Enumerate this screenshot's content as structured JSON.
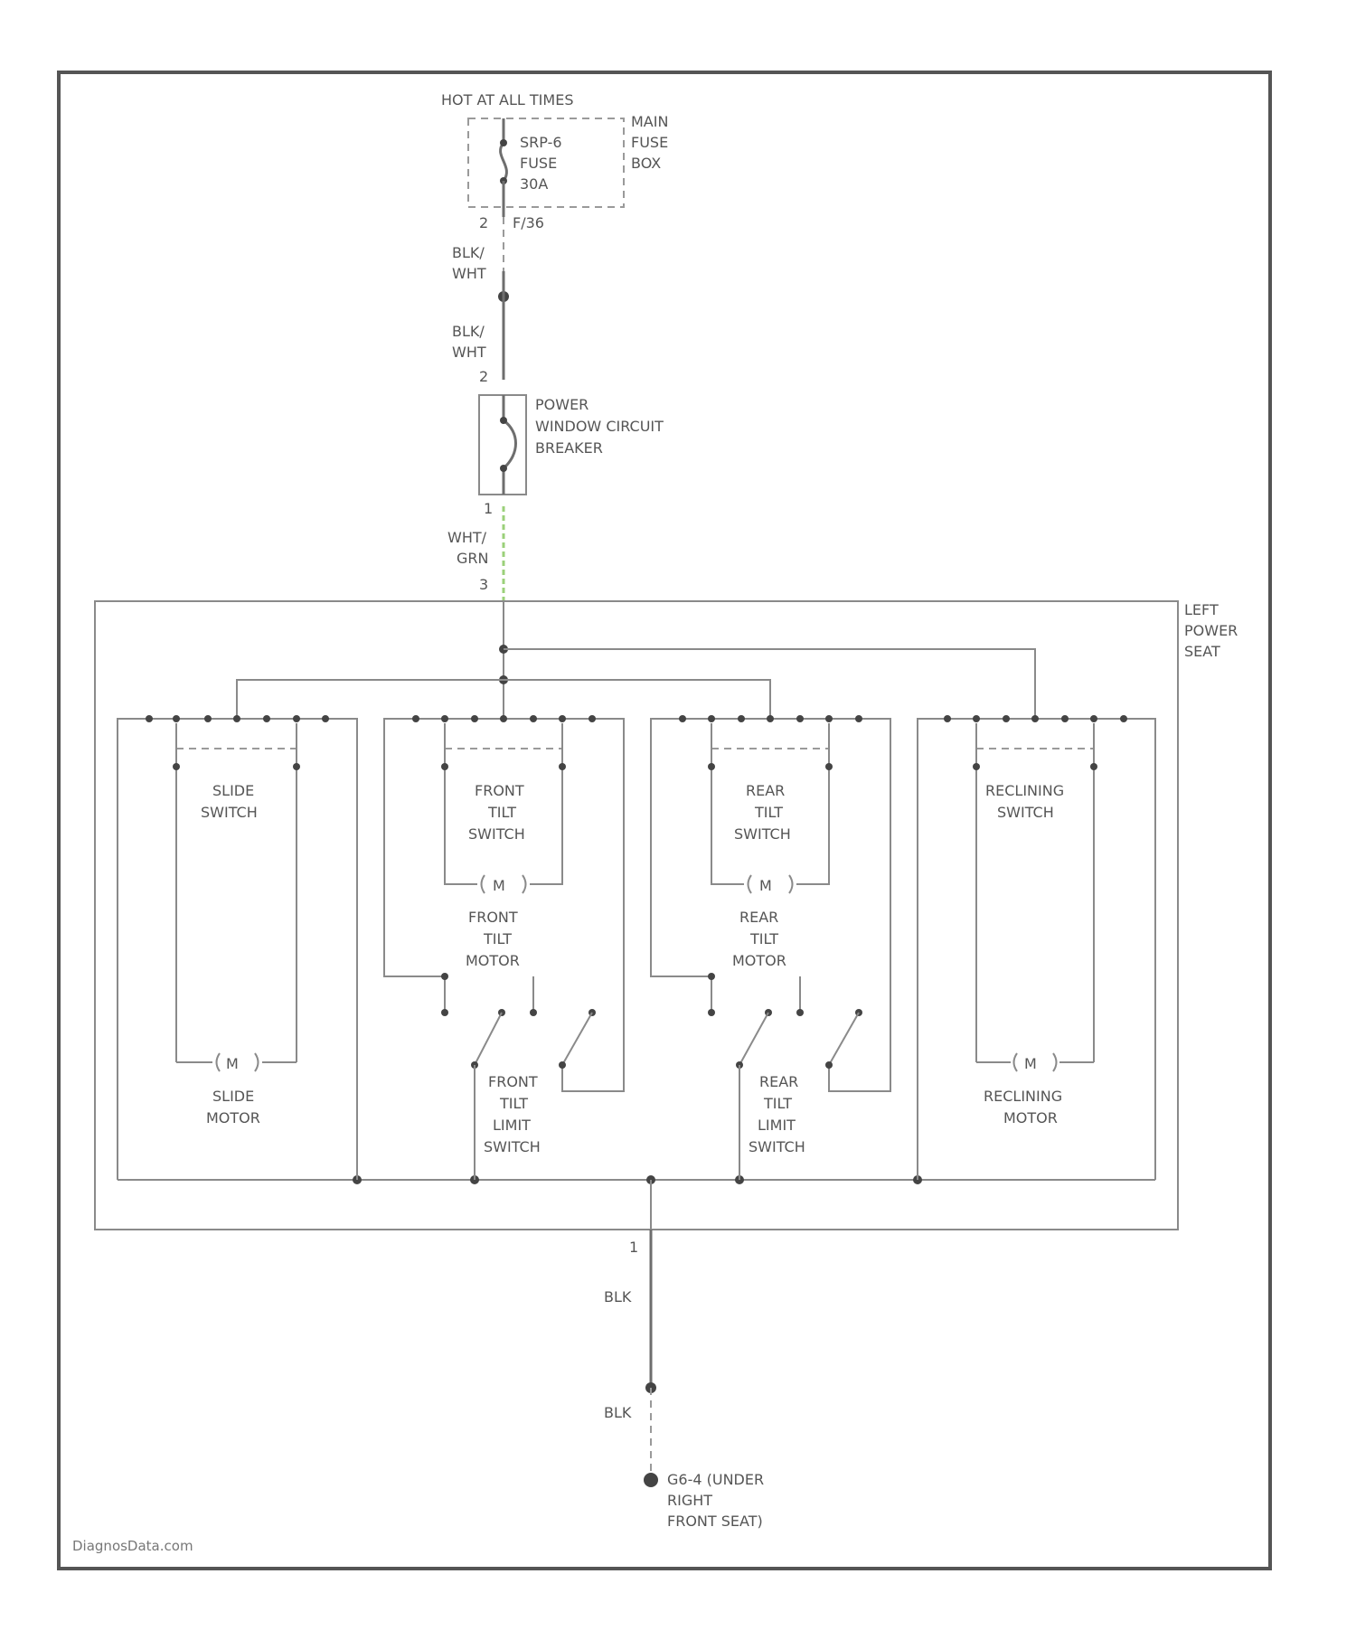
{
  "labels": {
    "hot": "HOT AT ALL TIMES",
    "fuse1": "SRP-6",
    "fuse2": "FUSE",
    "fuse3": "30A",
    "fuse_box1": "MAIN",
    "fuse_box2": "FUSE",
    "fuse_box3": "BOX",
    "pin_top": "2",
    "conn_top": "F/36",
    "w1a": "BLK/",
    "w1b": "WHT",
    "w2a": "BLK/",
    "w2b": "WHT",
    "pin_cb2": "2",
    "cb1": "POWER",
    "cb2": "WINDOW CIRCUIT",
    "cb3": "BREAKER",
    "pin_cb1": "1",
    "w3a": "WHT/",
    "w3b": "GRN",
    "pin_seat": "3",
    "seat1": "LEFT",
    "seat2": "POWER",
    "seat3": "SEAT",
    "slide_sw1": "SLIDE",
    "slide_sw2": "SWITCH",
    "ftilt_sw1": "FRONT",
    "ftilt_sw2": "TILT",
    "ftilt_sw3": "SWITCH",
    "rtilt_sw1": "REAR",
    "rtilt_sw2": "TILT",
    "rtilt_sw3": "SWITCH",
    "recl_sw1": "RECLINING",
    "recl_sw2": "SWITCH",
    "motor_symbol": "M",
    "ftilt_m1": "FRONT",
    "ftilt_m2": "TILT",
    "ftilt_m3": "MOTOR",
    "rtilt_m1": "REAR",
    "rtilt_m2": "TILT",
    "rtilt_m3": "MOTOR",
    "slide_m1": "SLIDE",
    "slide_m2": "MOTOR",
    "recl_m1": "RECLINING",
    "recl_m2": "MOTOR",
    "flim1": "FRONT",
    "flim2": "TILT",
    "flim3": "LIMIT",
    "flim4": "SWITCH",
    "rlim1": "REAR",
    "rlim2": "TILT",
    "rlim3": "LIMIT",
    "rlim4": "SWITCH",
    "pin_gnd": "1",
    "w4": "BLK",
    "w5": "BLK",
    "gnd1": "G6-4 (UNDER",
    "gnd2": "RIGHT",
    "gnd3": "FRONT SEAT)",
    "watermark": "DiagnosData.com"
  },
  "colors": {
    "wire": "#6e6e6e",
    "wht_grn_wire": "#9bd07a",
    "frame": "#555555"
  }
}
